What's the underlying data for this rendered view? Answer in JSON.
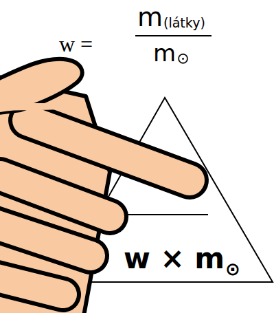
{
  "diagram": {
    "nodes": [
      {
        "text": [
          "w × m",
          "⊙"
        ]
      }
    ],
    "labels": [
      "w =",
      "m",
      "(látky)",
      "m",
      "⊙"
    ]
  }
}
